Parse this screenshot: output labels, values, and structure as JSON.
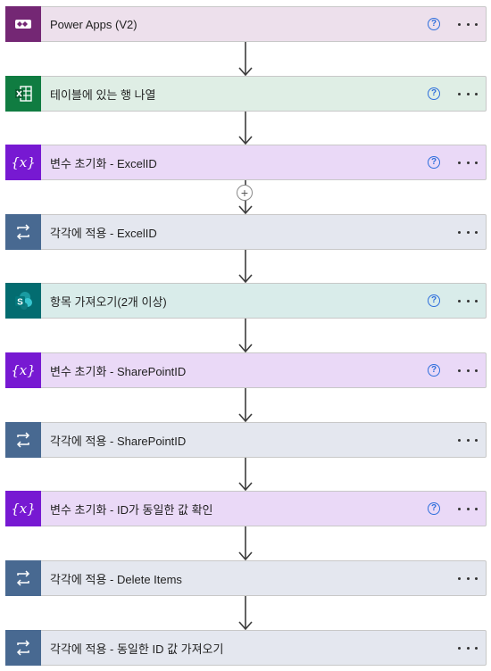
{
  "steps": [
    {
      "label": "Power Apps (V2)",
      "icon": "power-apps-icon",
      "bg": "#ede0ec",
      "iconbg": "#742774",
      "help": true
    },
    {
      "label": "테이블에 있는 행 나열",
      "icon": "excel-icon",
      "bg": "#dfeee5",
      "iconbg": "#107c41",
      "help": true
    },
    {
      "label": "변수 초기화 - ExcelID",
      "icon": "variable-icon",
      "bg": "#ead9f7",
      "iconbg": "#7719d2",
      "help": true
    },
    {
      "label": "각각에 적용 - ExcelID",
      "icon": "loop-icon",
      "bg": "#e4e7ef",
      "iconbg": "#486991",
      "help": false
    },
    {
      "label": "항목 가져오기(2개 이상)",
      "icon": "sharepoint-icon",
      "bg": "#d9ecea",
      "iconbg": "#036c70",
      "help": true
    },
    {
      "label": "변수 초기화 - SharePointID",
      "icon": "variable-icon",
      "bg": "#ead9f7",
      "iconbg": "#7719d2",
      "help": true
    },
    {
      "label": "각각에 적용 - SharePointID",
      "icon": "loop-icon",
      "bg": "#e4e7ef",
      "iconbg": "#486991",
      "help": false
    },
    {
      "label": "변수 초기화 - ID가 동일한 값 확인",
      "icon": "variable-icon",
      "bg": "#ead9f7",
      "iconbg": "#7719d2",
      "help": true
    },
    {
      "label": "각각에 적용 - Delete Items",
      "icon": "loop-icon",
      "bg": "#e4e7ef",
      "iconbg": "#486991",
      "help": false
    },
    {
      "label": "각각에 적용 - 동일한 ID 값 가져오기",
      "icon": "loop-icon",
      "bg": "#e4e7ef",
      "iconbg": "#486991",
      "help": false
    }
  ],
  "help_glyph": "?",
  "add_glyph": "+"
}
